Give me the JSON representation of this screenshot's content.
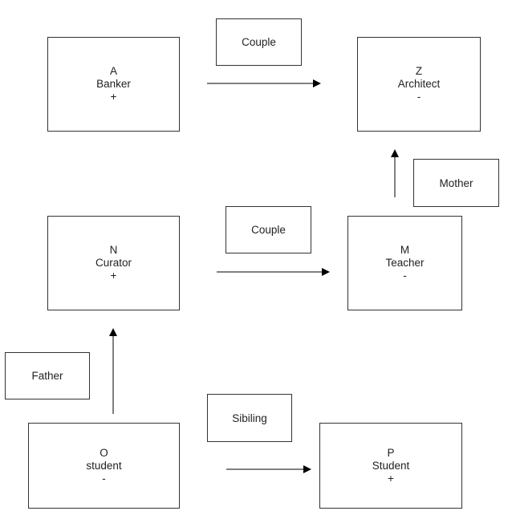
{
  "nodes": {
    "a": {
      "id": "A",
      "role": "Banker",
      "sign": "+"
    },
    "z": {
      "id": "Z",
      "role": "Architect",
      "sign": "-"
    },
    "n": {
      "id": "N",
      "role": "Curator",
      "sign": "+"
    },
    "m": {
      "id": "M",
      "role": "Teacher",
      "sign": "-"
    },
    "o": {
      "id": "O",
      "role": "student",
      "sign": "-"
    },
    "p": {
      "id": "P",
      "role": "Student",
      "sign": "+"
    }
  },
  "relations": {
    "a_z": "Couple",
    "n_m": "Couple",
    "m_z": "Mother",
    "o_n": "Father",
    "o_p": "Sibiling"
  }
}
